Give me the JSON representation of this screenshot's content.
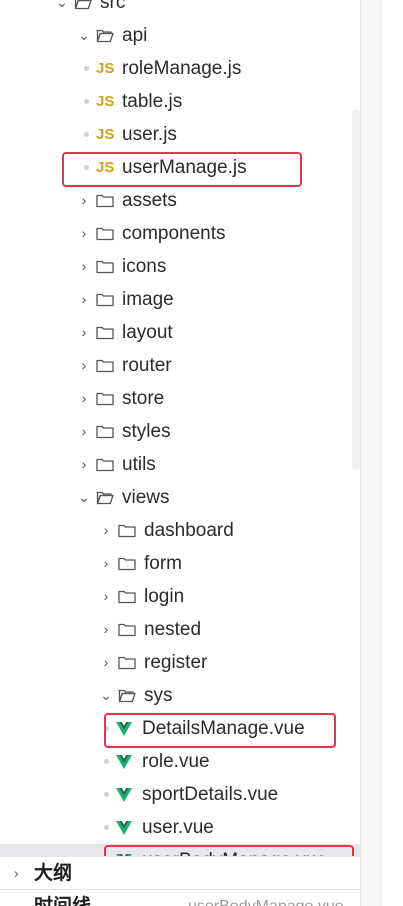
{
  "tree": [
    {
      "kind": "folder",
      "label": "src",
      "open": true,
      "depth": 0
    },
    {
      "kind": "folder",
      "label": "api",
      "open": true,
      "depth": 1
    },
    {
      "kind": "js",
      "label": "roleManage.js",
      "depth": 2
    },
    {
      "kind": "js",
      "label": "table.js",
      "depth": 2
    },
    {
      "kind": "js",
      "label": "user.js",
      "depth": 2
    },
    {
      "kind": "js",
      "label": "userManage.js",
      "depth": 2,
      "highlight": true
    },
    {
      "kind": "folder",
      "label": "assets",
      "open": false,
      "depth": 1
    },
    {
      "kind": "folder",
      "label": "components",
      "open": false,
      "depth": 1
    },
    {
      "kind": "folder",
      "label": "icons",
      "open": false,
      "depth": 1
    },
    {
      "kind": "folder",
      "label": "image",
      "open": false,
      "depth": 1
    },
    {
      "kind": "folder",
      "label": "layout",
      "open": false,
      "depth": 1
    },
    {
      "kind": "folder",
      "label": "router",
      "open": false,
      "depth": 1
    },
    {
      "kind": "folder",
      "label": "store",
      "open": false,
      "depth": 1
    },
    {
      "kind": "folder",
      "label": "styles",
      "open": false,
      "depth": 1
    },
    {
      "kind": "folder",
      "label": "utils",
      "open": false,
      "depth": 1
    },
    {
      "kind": "folder",
      "label": "views",
      "open": true,
      "depth": 1
    },
    {
      "kind": "folder",
      "label": "dashboard",
      "open": false,
      "depth": 2
    },
    {
      "kind": "folder",
      "label": "form",
      "open": false,
      "depth": 2
    },
    {
      "kind": "folder",
      "label": "login",
      "open": false,
      "depth": 2
    },
    {
      "kind": "folder",
      "label": "nested",
      "open": false,
      "depth": 2
    },
    {
      "kind": "folder",
      "label": "register",
      "open": false,
      "depth": 2
    },
    {
      "kind": "folder",
      "label": "sys",
      "open": true,
      "depth": 2
    },
    {
      "kind": "vue",
      "label": "DetailsManage.vue",
      "depth": 3,
      "highlight": true
    },
    {
      "kind": "vue",
      "label": "role.vue",
      "depth": 3
    },
    {
      "kind": "vue",
      "label": "sportDetails.vue",
      "depth": 3
    },
    {
      "kind": "vue",
      "label": "user.vue",
      "depth": 3
    },
    {
      "kind": "vue",
      "label": "userBodyManage.vue",
      "depth": 3,
      "highlight": true,
      "selected": true
    }
  ],
  "outline": {
    "title": "大纲"
  },
  "timeline": {
    "title": "时间线",
    "file": "userBodyManage.vue"
  },
  "colors": {
    "js": "#d6a014",
    "vue": "#1bb36a",
    "highlight": "#e2374b",
    "selected": "#e8e8ec"
  }
}
